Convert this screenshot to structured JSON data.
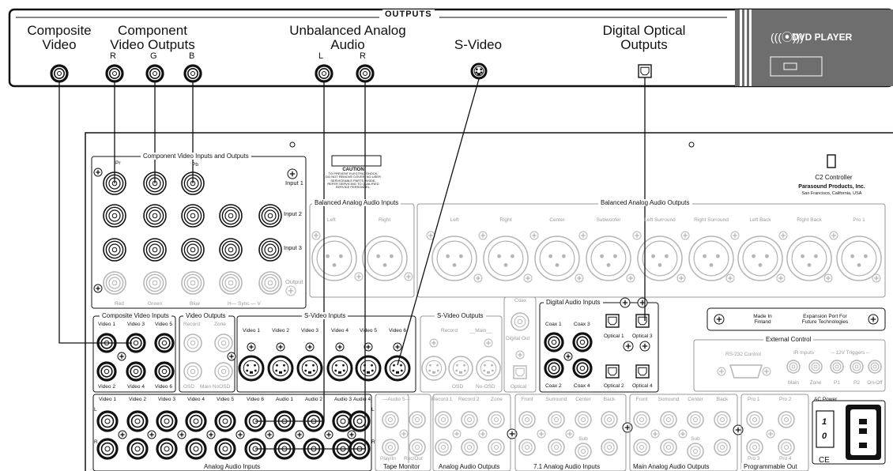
{
  "dvd_player": {
    "section_label": "OUTPUTS",
    "brand_text": "DVD PLAYER",
    "groups": {
      "composite": [
        "Composite",
        "Video"
      ],
      "component": [
        "Component",
        "Video Outputs"
      ],
      "analog": [
        "Unbalanced Analog",
        "Audio"
      ],
      "svideo": "S-Video",
      "optical": [
        "Digital Optical",
        "Outputs"
      ]
    },
    "jack_labels": {
      "r": "R",
      "g": "G",
      "b": "B",
      "l": "L",
      "r2": "R"
    }
  },
  "controller": {
    "model": "C2 Controller",
    "maker": "Parasound Products, Inc.",
    "location": "San Francisco, California, USA",
    "caution": [
      "CAUTION",
      "TO PREVENT ELECTRIC SHOCK,",
      "DO NOT REMOVE COVER. NO USER",
      "SERVICEABLE PARTS INSIDE.",
      "REFER SERVICING TO QUALIFIED",
      "SERVICE PERSONNEL."
    ],
    "component_section": {
      "title": "Component Video Inputs and Outputs",
      "jack_top": [
        "Pr",
        "Pb"
      ],
      "rows": [
        "Input 1",
        "Input 2",
        "Input 3",
        "Output"
      ],
      "bottom": [
        "Red",
        "Green",
        "Blue",
        "H— Sync — V"
      ]
    },
    "balanced_in": {
      "title": "Balanced Analog Audio Inputs",
      "channels": [
        "Left",
        "Right"
      ]
    },
    "balanced_out": {
      "title": "Balanced Analog Audio Outputs",
      "channels": [
        "Left",
        "Right",
        "Center",
        "Subwoofer",
        "Left Surround",
        "Right Surround",
        "Left Back",
        "Right Back",
        "Pro 1"
      ]
    },
    "composite_in": {
      "title": "Composite Video Inputs",
      "top": [
        "Video 1",
        "Video 3",
        "Video 5"
      ],
      "bottom": [
        "Video 2",
        "Video 4",
        "Video 6"
      ]
    },
    "video_out": {
      "title": "Video Outputs",
      "top": [
        "Record",
        "Zone"
      ],
      "bottom": [
        "OSD",
        "Main NoOSD"
      ]
    },
    "svideo_in": {
      "title": "S-Video Inputs",
      "labels": [
        "Video 1",
        "Video 2",
        "Video 3",
        "Video 4",
        "Video 5",
        "Video 6"
      ]
    },
    "svideo_out": {
      "title": "S-Video Outputs",
      "top": [
        "Record",
        "__Main__"
      ],
      "bottom": [
        "OSD",
        "No-OSD"
      ]
    },
    "coax_digital_out": {
      "top": "Coax",
      "mid": "Digital Out",
      "bottom": "Optical"
    },
    "digital_in": {
      "title": "Digital Audio Inputs",
      "coax_top": [
        "Coax 1",
        "Coax 3"
      ],
      "coax_bottom": [
        "Coax 2",
        "Coax 4"
      ],
      "optical": [
        "Optical 1",
        "Optical 3",
        "Optical 2",
        "Optical 4"
      ]
    },
    "made_in": [
      "Made In",
      "Finland"
    ],
    "expansion": [
      "Expansion Port For",
      "Future Technologies"
    ],
    "external_control": {
      "title": "External Control",
      "rs232": "RS-232 Control",
      "ir": "IR Inputs",
      "triggers": "– 12V Triggers –",
      "bottom": [
        "Main",
        "Zone",
        "P1",
        "P2",
        "On-Off"
      ]
    },
    "analog_in": {
      "title": "Analog Audio Inputs",
      "labels": [
        "Video 1",
        "Video 2",
        "Video 3",
        "Video 4",
        "Video 5",
        "Video 6",
        "Audio 1",
        "Audio 2",
        "Audio 3",
        "Audio 4"
      ],
      "side": [
        "L",
        "R",
        "L",
        "R"
      ]
    },
    "tape_monitor": {
      "title": "Tape Monitor",
      "top": "—Audio 5—",
      "bottom": [
        "Play/In",
        "Rec/Out"
      ]
    },
    "analog_out": {
      "title": "Analog Audio Outputs",
      "top": [
        "Record 1",
        "Record 2",
        "Zone"
      ]
    },
    "out71": {
      "title": "7.1 Analog Audio Inputs",
      "top": [
        "Front",
        "Surround",
        "Center",
        "Back"
      ],
      "sub": "Sub"
    },
    "main_out": {
      "title": "Main Analog Audio Outputs",
      "top": [
        "Front",
        "Surround",
        "Center",
        "Back"
      ],
      "sub": "Sub"
    },
    "prog_out": {
      "title": "Programmable Out",
      "top": [
        "Pro 1",
        "Pro 2"
      ],
      "bottom": [
        "Pro 3",
        "Pro 4"
      ]
    },
    "ac_power": {
      "title": "AC Power",
      "switch": [
        "1",
        "0"
      ],
      "ce": "CE"
    }
  }
}
